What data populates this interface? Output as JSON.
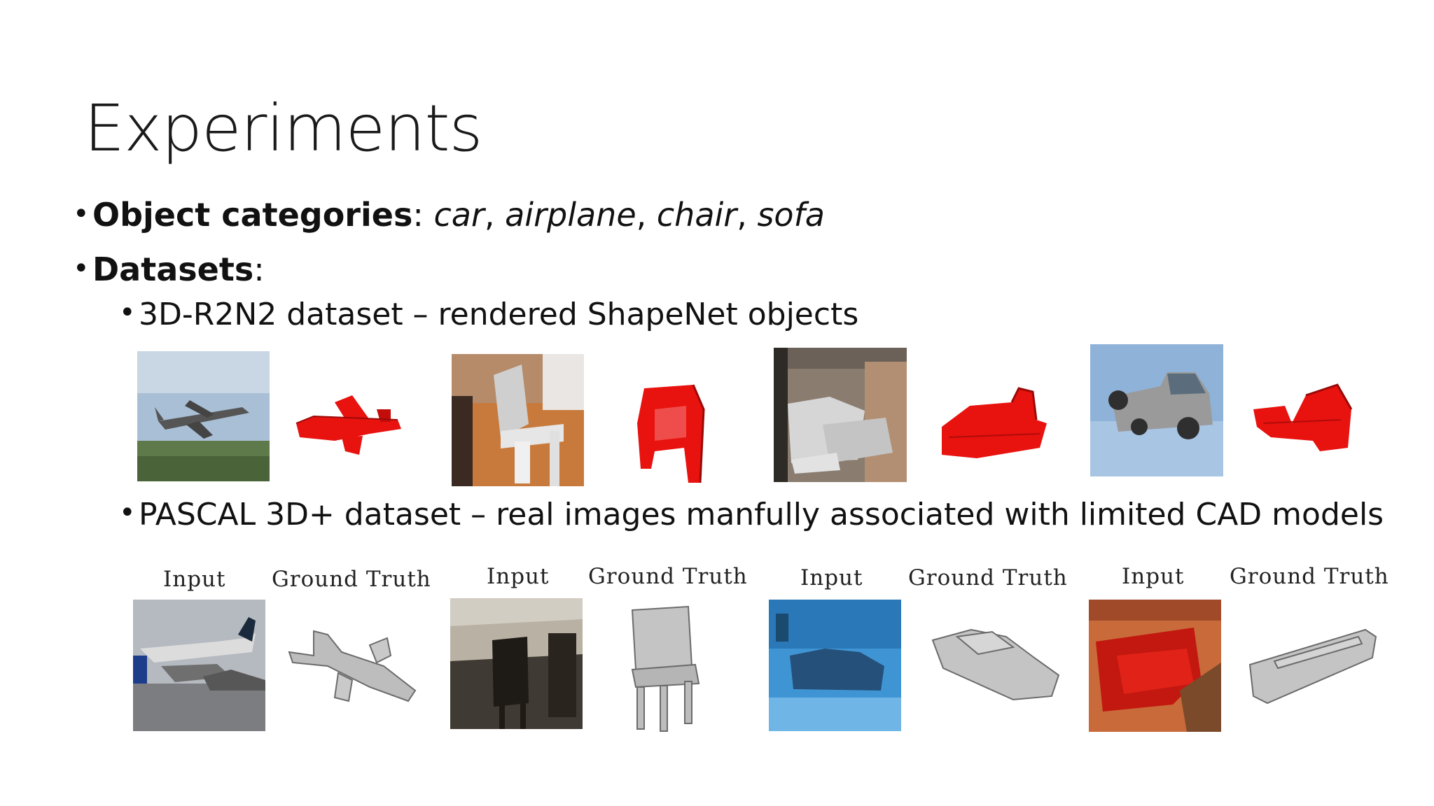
{
  "slide": {
    "title": "Experiments",
    "bullets": {
      "object_categories": {
        "label": "Object categories",
        "separator": ":",
        "items": [
          "car",
          "airplane",
          "chair",
          "sofa"
        ]
      },
      "datasets": {
        "label": "Datasets",
        "separator": ":",
        "sub": [
          "3D-R2N2 dataset – rendered ShapeNet objects",
          "PASCAL 3D+ dataset – real images manfully associated with limited CAD models"
        ]
      }
    },
    "pascal_captions": {
      "input": "Input",
      "ground_truth": "Ground Truth"
    }
  },
  "colors": {
    "voxel_red": "#e8120f",
    "voxel_gray": "#bdbdbd",
    "text": "#111111"
  }
}
